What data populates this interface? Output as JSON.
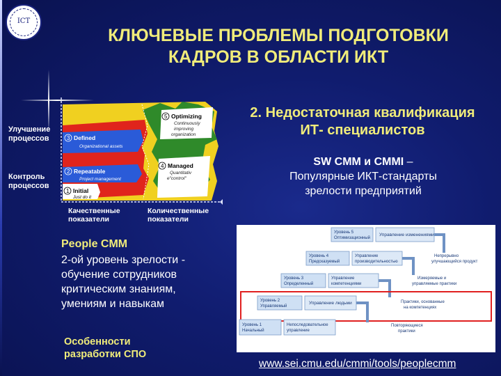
{
  "slide": {
    "logo_text": "ICT",
    "title_line1": "КЛЮЧЕВЫЕ ПРОБЛЕМЫ ПОДГОТОВКИ",
    "title_line2": "КАДРОВ В ОБЛАСТИ ИКТ",
    "right_title_line1": "2. Недостаточная квалификация",
    "right_title_line2": "ИТ- специалистов",
    "standards_bold": "SW CMM и CMMI",
    "standards_dash": " –",
    "standards_line2": "Популярные ИКТ-стандарты",
    "standards_line3": "зрелости предприятий",
    "people_title": "People CMM",
    "people_line1": "2-ой уровень зрелости -",
    "people_line2": "обучение сотрудников",
    "people_line3": "критическим знаниям,",
    "people_line4": "умениям и навыкам",
    "spo_line1": "Особенности",
    "spo_line2": "разработки СПО",
    "url": "www.sei.cmu.edu/cmmi/tools/peoplecmm"
  },
  "left_chart": {
    "side_labels": {
      "improve_1": "Улучшение",
      "improve_2": "процессов",
      "control_1": "Контроль",
      "control_2": "процессов"
    },
    "axis_labels": {
      "qual_1": "Качественные",
      "qual_2": "показатели",
      "quant_1": "Количественные",
      "quant_2": "показатели"
    },
    "levels": [
      {
        "num": "5",
        "name": "Optimizing",
        "sub1": "Continuously",
        "sub2": "improving",
        "sub3": "organization"
      },
      {
        "num": "4",
        "name": "Managed",
        "sub1": "Quantitativ",
        "sub2": "e\"control\""
      },
      {
        "num": "3",
        "name": "Defined",
        "sub1": "Organizational assets"
      },
      {
        "num": "2",
        "name": "Repeatable",
        "sub1": "Project management"
      },
      {
        "num": "1",
        "name": "Initial",
        "sub1": "Just do it"
      }
    ],
    "colors": {
      "red": "#e0241c",
      "blue": "#2a5bd8",
      "green": "#2f8a2a",
      "yellow": "#f0d020"
    }
  },
  "people_cmm_diagram": {
    "levels": [
      {
        "name": "Уровень 5",
        "title": "Оптимизационный",
        "focus": "Управление изменениями"
      },
      {
        "name": "Уровень 4",
        "title": "Предсказуемый",
        "focus": "Управление производительностью",
        "goal": "Непрерывно улучшающийся продукт"
      },
      {
        "name": "Уровень 3",
        "title": "Определенный",
        "focus": "Управление компетенциями",
        "goal": "Измеряемые и управляемые практики"
      },
      {
        "name": "Уровень 2",
        "title": "Управляемый",
        "focus": "Управление людьми",
        "goal": "Практики, основанные на компетенциях"
      },
      {
        "name": "Уровень 1",
        "title": "Начальный",
        "focus": "Непоследовательное управление",
        "goal": "Повторяющиеся практики"
      }
    ],
    "highlight_color": "#e02020"
  }
}
